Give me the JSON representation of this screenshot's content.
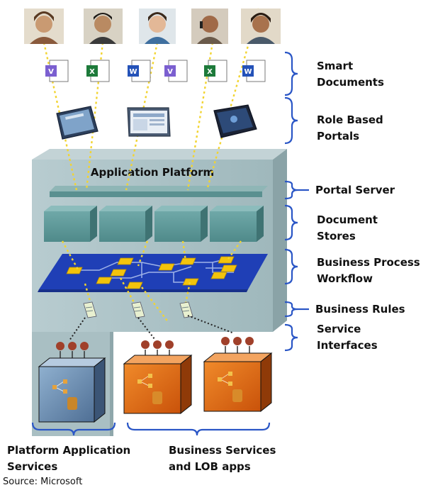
{
  "diagram": {
    "title": "Application Platform",
    "layers": [
      {
        "id": "smart-documents",
        "lines": [
          "Smart",
          "Documents"
        ]
      },
      {
        "id": "role-based-portals",
        "lines": [
          "Role Based",
          "Portals"
        ]
      },
      {
        "id": "portal-server",
        "lines": [
          "Portal Server"
        ]
      },
      {
        "id": "document-stores",
        "lines": [
          "Document",
          "Stores"
        ]
      },
      {
        "id": "business-process-workflow",
        "lines": [
          "Business Process",
          "Workflow"
        ]
      },
      {
        "id": "business-rules",
        "lines": [
          "Business Rules"
        ]
      },
      {
        "id": "service-interfaces",
        "lines": [
          "Service",
          "Interfaces"
        ]
      }
    ],
    "bottom_labels": {
      "platform_services": [
        "Platform Application",
        "Services"
      ],
      "business_services": [
        "Business Services",
        "and LOB apps"
      ]
    },
    "source": "Source: Microsoft",
    "colors": {
      "platform_box": "#a9c1c5",
      "document_store": "#5f9b9b",
      "workflow_plane": "#1f3fb6",
      "workflow_node": "#f3c30c",
      "connector_dots": "#f2d431",
      "bracket": "#2a56c6",
      "service_box_platform": "#6f8fb0",
      "service_box_business": "#e06a12"
    },
    "icons": {
      "people": [
        "person-photo-icon",
        "person-photo-icon",
        "person-photo-icon",
        "person-photo-icon",
        "person-photo-icon"
      ],
      "documents": [
        "visio-document-icon",
        "excel-document-icon",
        "word-document-icon",
        "visio-document-icon",
        "excel-document-icon",
        "word-document-icon"
      ],
      "portals": [
        "portal-screen-icon",
        "portal-screen-icon",
        "portal-screen-icon"
      ]
    }
  }
}
